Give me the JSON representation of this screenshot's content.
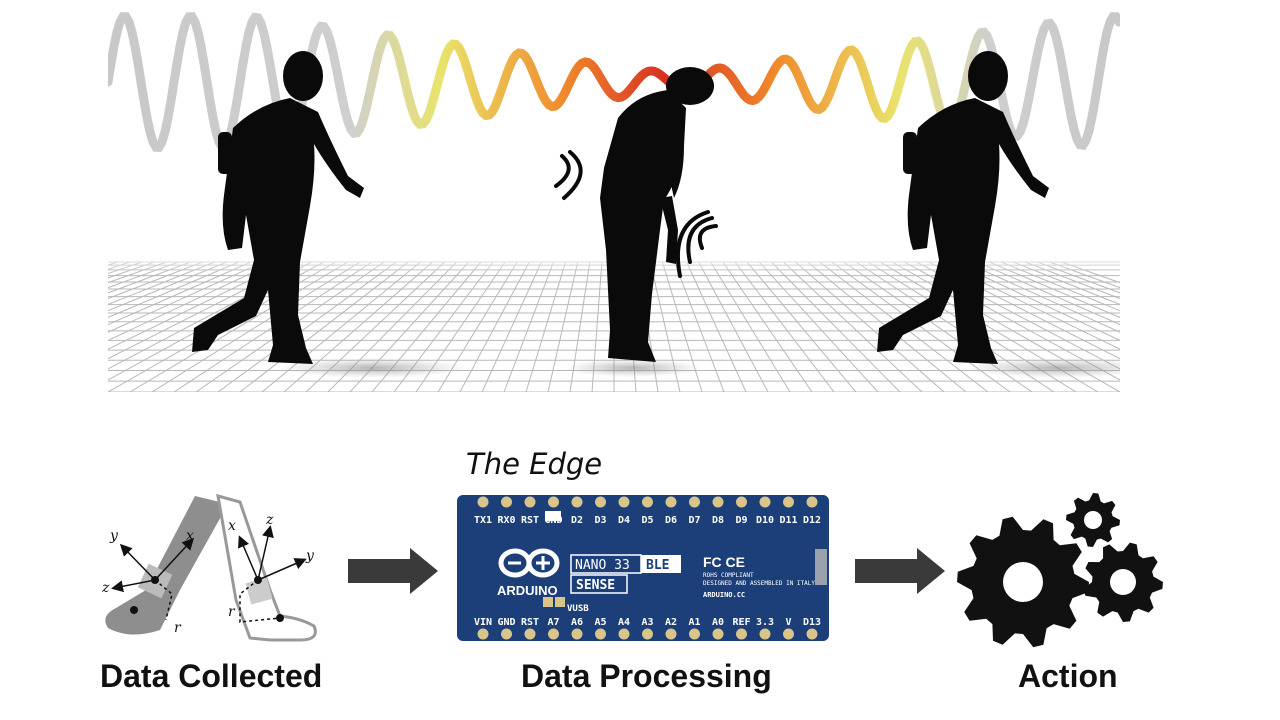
{
  "top_scene": {
    "colors": {
      "wave_gray": "#c8c8c8",
      "wave_yellow": "#e9e36a",
      "wave_orange": "#f08a2c",
      "wave_red": "#d83022",
      "silhouette": "#0a0a0a"
    }
  },
  "pipeline": {
    "edge_label": "The Edge",
    "stages": [
      {
        "label": "Data Collected"
      },
      {
        "label": "Data Processing"
      },
      {
        "label": "Action"
      }
    ],
    "axes": {
      "x": "x",
      "y": "y",
      "z": "z",
      "r": "r"
    },
    "board": {
      "top_pins": [
        "TX1",
        "RX0",
        "RST",
        "GND",
        "D2",
        "D3",
        "D4",
        "D5",
        "D6",
        "D7",
        "D8",
        "D9",
        "D10",
        "D11",
        "D12"
      ],
      "bottom_pins": [
        "VIN",
        "GND",
        "RST",
        "A7",
        "A6",
        "A5",
        "A4",
        "A3",
        "A2",
        "A1",
        "A0",
        "REF",
        "3.3",
        "V",
        "D13"
      ],
      "brand": "ARDUINO",
      "model_a": "NANO 33",
      "model_b": "BLE",
      "model_c": "SENSE",
      "fcc": "FC CE",
      "compliance_1": "ROHS COMPLIANT",
      "compliance_2": "DESIGNED AND ASSEMBLED IN ITALY",
      "site": "ARDUINO.CC",
      "vusb": "VUSB",
      "colors": {
        "pcb": "#1c3f7a",
        "pin": "#d9c489"
      }
    }
  }
}
